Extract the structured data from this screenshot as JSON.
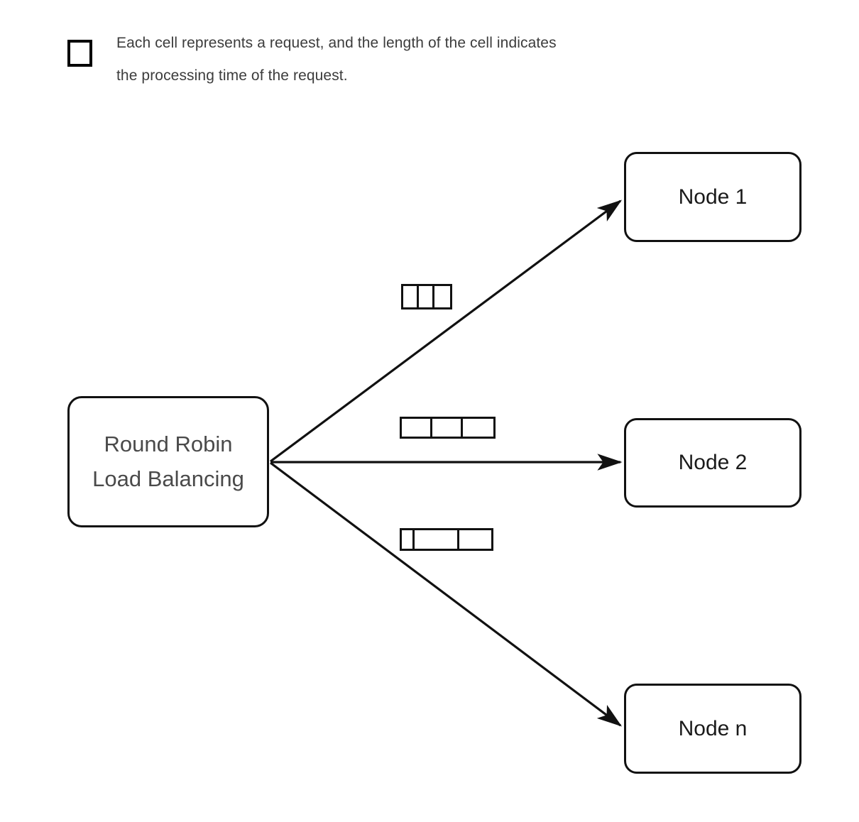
{
  "legend": {
    "swatch_icon": "request-cell-square-icon",
    "text": "Each cell represents a request, and the length of the cell indicates\nthe processing time of the request."
  },
  "diagram": {
    "type": "flow-diagram",
    "source": {
      "label": "Round Robin\nLoad Balancing",
      "shape": "rounded-rectangle"
    },
    "nodes": [
      {
        "id": "node-1",
        "label": "Node 1",
        "shape": "rounded-rectangle"
      },
      {
        "id": "node-2",
        "label": "Node 2",
        "shape": "rounded-rectangle"
      },
      {
        "id": "node-n",
        "label": "Node n",
        "shape": "rounded-rectangle"
      }
    ],
    "edges": [
      {
        "from": "source",
        "to": "node-1",
        "direction": "up-right",
        "arrowhead": true
      },
      {
        "from": "source",
        "to": "node-2",
        "direction": "horizontal",
        "arrowhead": true
      },
      {
        "from": "source",
        "to": "node-n",
        "direction": "down-right",
        "arrowhead": true
      }
    ],
    "request_queues": [
      {
        "for_node": "node-1",
        "cell_count": 3,
        "cell_widths": [
          22,
          22,
          22
        ],
        "total_width": 67
      },
      {
        "for_node": "node-2",
        "cell_count": 3,
        "cell_widths": [
          43,
          43,
          43
        ],
        "total_width": 129
      },
      {
        "for_node": "node-n",
        "cell_count": 3,
        "cell_widths": [
          18,
          63,
          45
        ],
        "total_width": 129
      }
    ]
  },
  "colors": {
    "stroke": "#111111",
    "background": "#ffffff",
    "node_text": "#1a1a1a",
    "source_text": "#4a4a4a",
    "legend_text": "#3c3c3c"
  }
}
